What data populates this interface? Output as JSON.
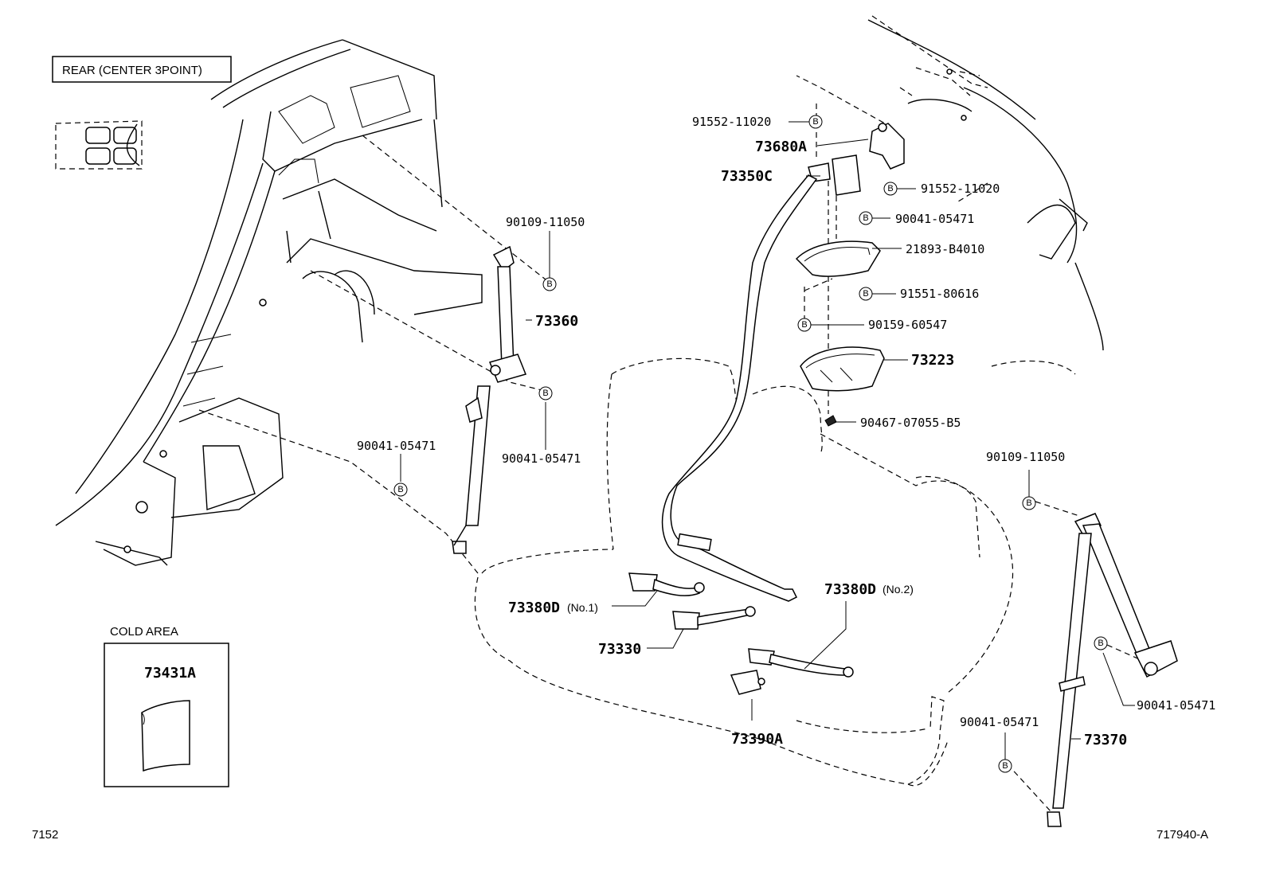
{
  "header_label": "REAR (CENTER 3POINT)",
  "cold_area_label": "COLD AREA",
  "bolt_marker": "B",
  "footer": {
    "left": "7152",
    "right": "717940-A"
  },
  "parts": {
    "p_91552_top": "91552-11020",
    "p_73680A": "73680A",
    "p_73350C": "73350C",
    "p_91552_mid": "91552-11020",
    "p_90041_a": "90041-05471",
    "p_21893": "21893-B4010",
    "p_91551": "91551-80616",
    "p_90159": "90159-60547",
    "p_73223": "73223",
    "p_90467": "90467-07055-B5",
    "p_90109_left": "90109-11050",
    "p_73360": "73360",
    "p_90041_b": "90041-05471",
    "p_90041_c": "90041-05471",
    "p_73380D_1": "73380D",
    "p_73380D_1_sub": "(No.1)",
    "p_73330": "73330",
    "p_73380D_2": "73380D",
    "p_73380D_2_sub": "(No.2)",
    "p_73390A": "73390A",
    "p_90109_right": "90109-11050",
    "p_90041_d": "90041-05471",
    "p_90041_e": "90041-05471",
    "p_73370": "73370",
    "p_73431A": "73431A"
  },
  "icons": [
    "seat-layout-icon",
    "cold-area-pad-icon"
  ]
}
